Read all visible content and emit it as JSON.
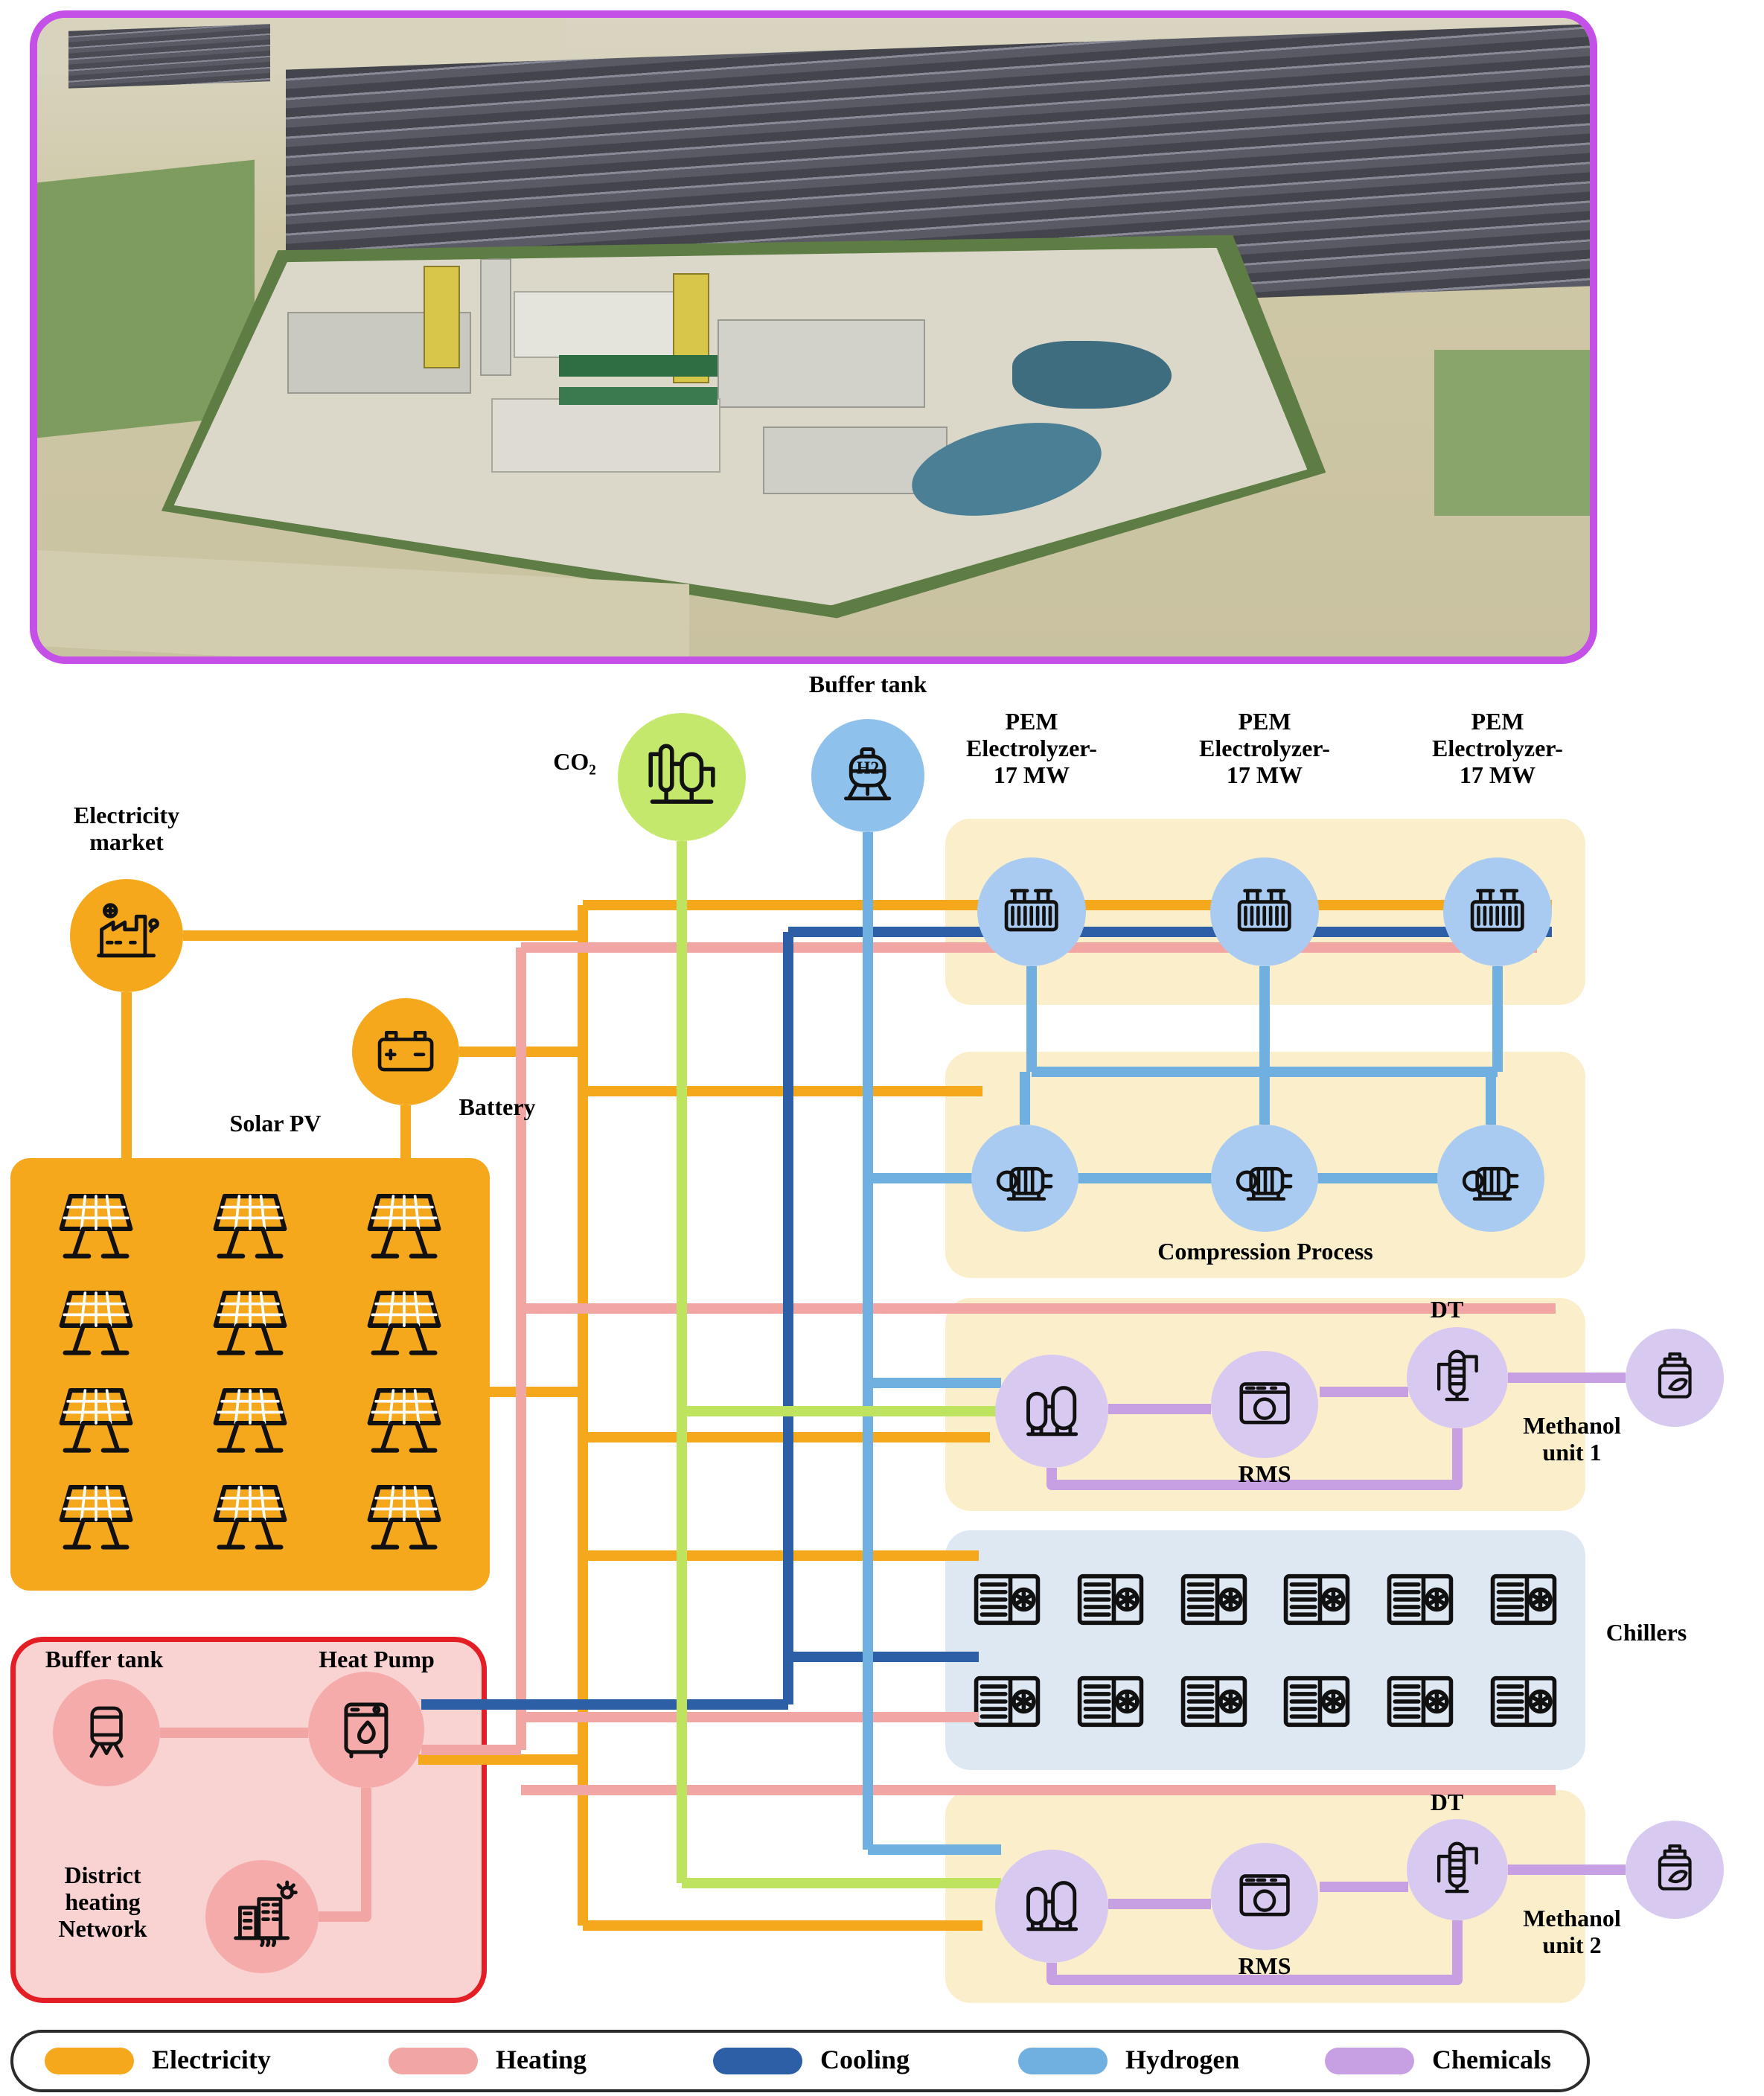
{
  "nodes": {
    "electricity_market": {
      "label": "Electricity\nmarket"
    },
    "battery": {
      "label": "Battery"
    },
    "solar_pv": {
      "label": "Solar PV"
    },
    "co2": {
      "label": "CO₂"
    },
    "buffer_tank_h2": {
      "label": "Buffer tank",
      "badge": "H2"
    },
    "pem": {
      "label": "PEM\nElectrolyzer-\n17 MW"
    },
    "compression": {
      "label": "Compression Process"
    },
    "rms": {
      "label": "RMS"
    },
    "dt": {
      "label": "DT"
    },
    "methanol1": {
      "label": "Methanol\nunit 1"
    },
    "methanol2": {
      "label": "Methanol\nunit 2"
    },
    "chillers": {
      "label": "Chillers"
    },
    "buffer_tank_heat": {
      "label": "Buffer tank"
    },
    "heat_pump": {
      "label": "Heat Pump"
    },
    "district_heating": {
      "label": "District\nheating\nNetwork"
    }
  },
  "legend": {
    "items": [
      {
        "label": "Electricity",
        "color": "#F5A81C"
      },
      {
        "label": "Heating",
        "color": "#F2A6A4"
      },
      {
        "label": "Cooling",
        "color": "#2D5FA6"
      },
      {
        "label": "Hydrogen",
        "color": "#6FB0E0"
      },
      {
        "label": "Chemicals",
        "color": "#C79FE3"
      }
    ]
  },
  "palette": {
    "node_blue": "#A9CBF1",
    "node_purple": "#D8C9F0",
    "node_pink": "#F6ABAB",
    "node_green": "#C3E86B",
    "zone_beige": "#FBEECB",
    "zone_chillers": "#DEE8F2",
    "zone_heat_fill": "#F9D2D2",
    "zone_heat_border": "#E31E24",
    "photo_border": "#C550E8"
  }
}
